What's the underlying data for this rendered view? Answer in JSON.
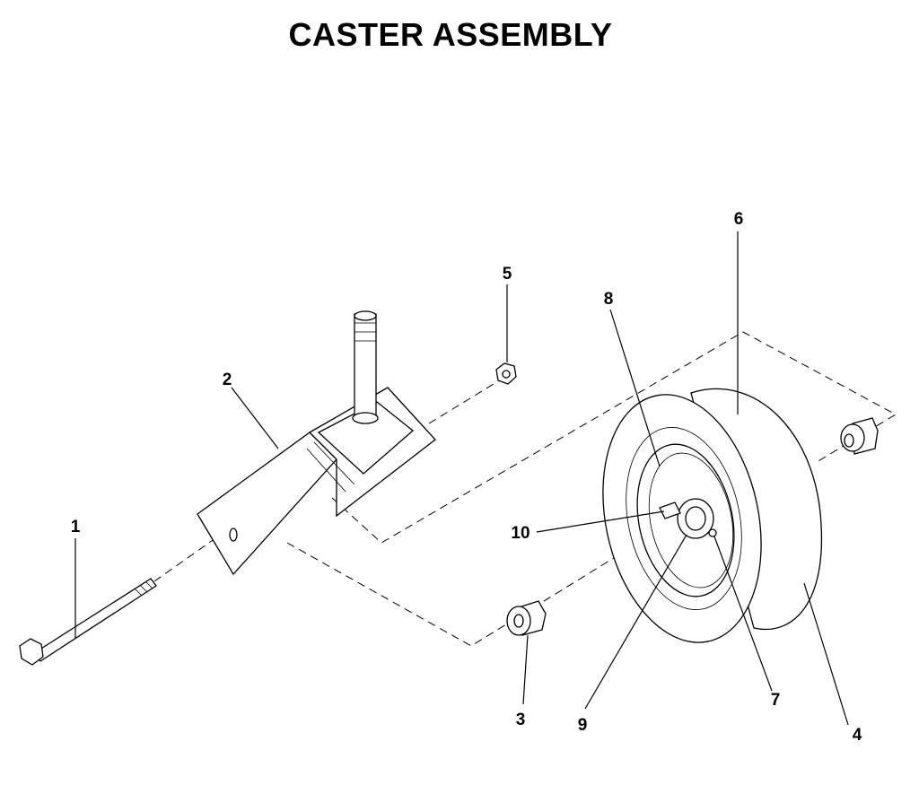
{
  "title": "CASTER ASSEMBLY",
  "callouts": [
    {
      "id": "1",
      "label": "1"
    },
    {
      "id": "2",
      "label": "2"
    },
    {
      "id": "3",
      "label": "3"
    },
    {
      "id": "4",
      "label": "4"
    },
    {
      "id": "5",
      "label": "5"
    },
    {
      "id": "6",
      "label": "6"
    },
    {
      "id": "7",
      "label": "7"
    },
    {
      "id": "8",
      "label": "8"
    },
    {
      "id": "9",
      "label": "9"
    },
    {
      "id": "10",
      "label": "10"
    }
  ]
}
